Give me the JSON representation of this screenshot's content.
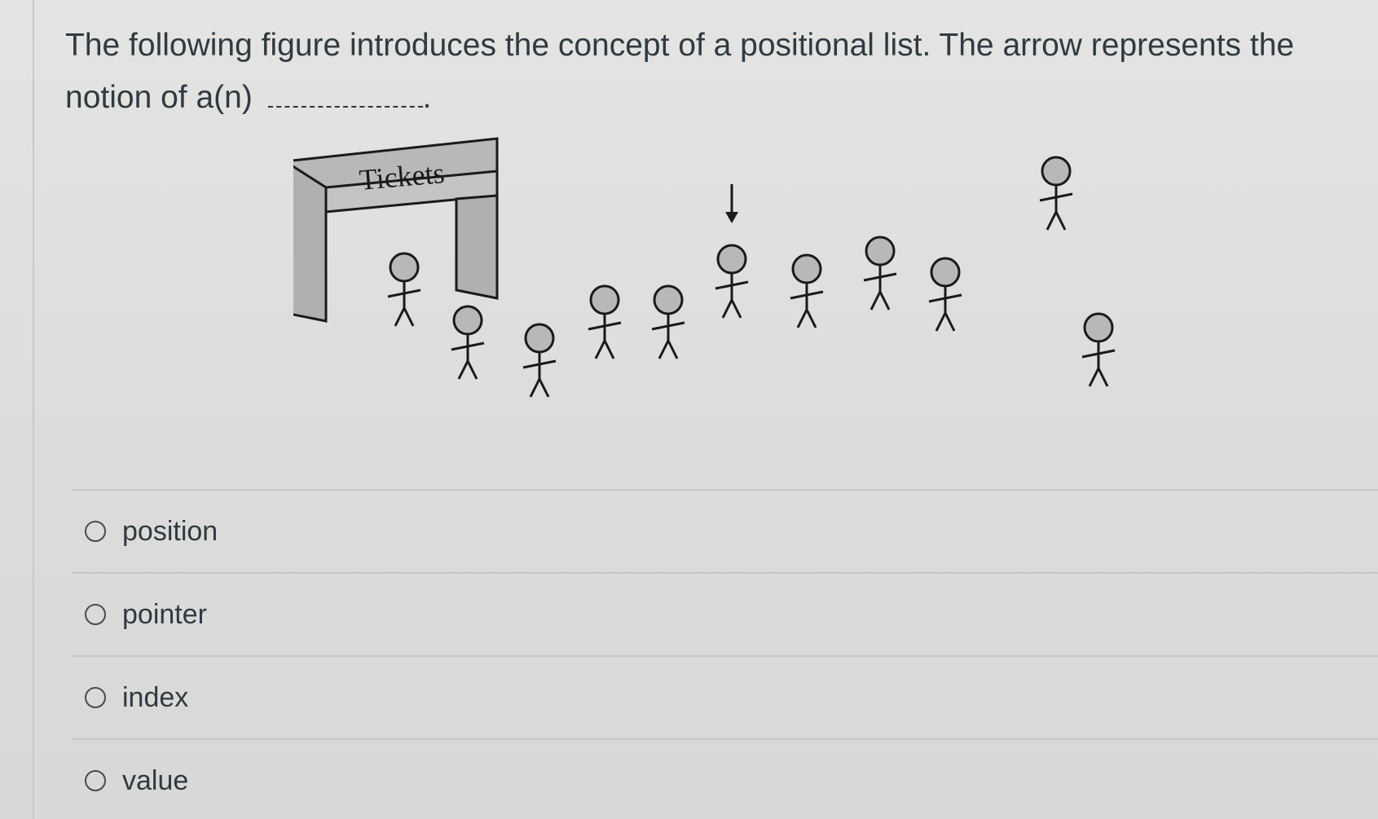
{
  "question": {
    "text": "The following figure introduces the concept of a positional list. The arrow represents the notion of a(n)",
    "terminal": "."
  },
  "figure": {
    "booth_sign": "Tickets"
  },
  "answers": [
    {
      "label": "position"
    },
    {
      "label": "pointer"
    },
    {
      "label": "index"
    },
    {
      "label": "value"
    }
  ],
  "colors": {
    "figure_fill": "#b8b8b8",
    "figure_stroke": "#1a1a1a"
  }
}
